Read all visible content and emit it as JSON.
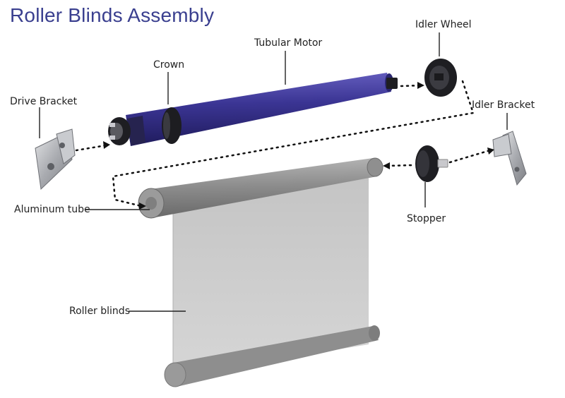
{
  "title": "Roller Blinds Assembly",
  "labels": {
    "drive_bracket": "Drive Bracket",
    "crown": "Crown",
    "tubular_motor": "Tubular Motor",
    "idler_wheel": "Idler Wheel",
    "idler_bracket": "Idler Bracket",
    "aluminum_tube": "Aluminum tube",
    "stopper": "Stopper",
    "roller_blinds": "Roller blinds"
  },
  "colors": {
    "title": "#3a3f8f",
    "motor": "#3b3594",
    "tube": "#8c8c8c",
    "fabric": "#cfcfcf",
    "bracket": "#b7b9bd",
    "dark_part": "#1e1e22"
  }
}
